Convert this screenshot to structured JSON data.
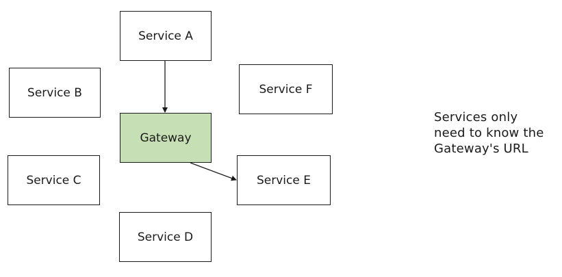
{
  "diagram": {
    "nodes": {
      "service_a": "Service A",
      "service_b": "Service B",
      "service_c": "Service C",
      "service_d": "Service D",
      "service_e": "Service E",
      "service_f": "Service F",
      "gateway": "Gateway"
    },
    "edges": [
      {
        "from": "service_a",
        "to": "gateway"
      },
      {
        "from": "gateway",
        "to": "service_e"
      }
    ],
    "colors": {
      "gateway_fill": "#c6dfb4",
      "box_border": "#1a1a1a",
      "arrow": "#1a1a1a"
    }
  },
  "note": {
    "lines": [
      "Services only",
      "need to know the",
      "Gateway's URL"
    ]
  }
}
